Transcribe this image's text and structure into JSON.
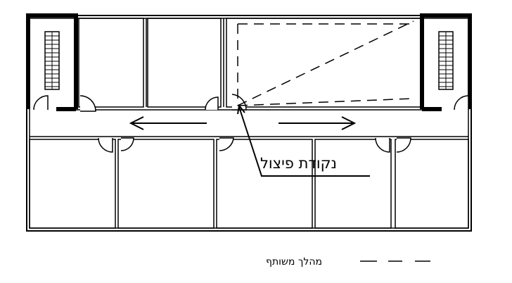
{
  "labels": {
    "split_point": "נקודת פיצול",
    "shared_path": "מהלך משותף"
  },
  "legend": {
    "line_style": "dashed"
  },
  "colors": {
    "stroke": "#000000",
    "background": "#ffffff"
  }
}
